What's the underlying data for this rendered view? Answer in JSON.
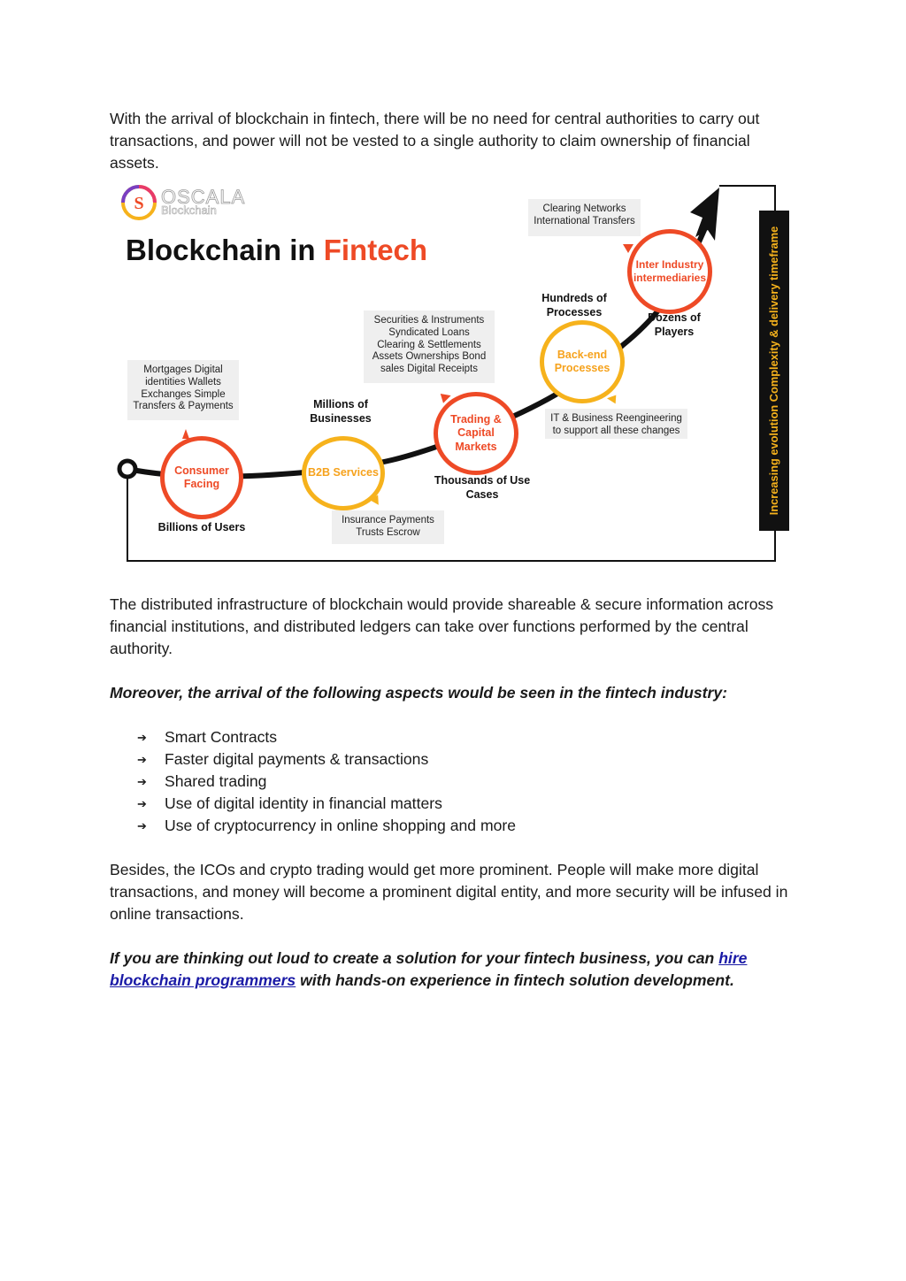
{
  "paragraphs": {
    "p1": "With the arrival of blockchain in fintech, there will be no need for central authorities to carry out transactions, and power will not be vested to a single authority to claim ownership of financial assets.",
    "p2": "The distributed infrastructure of blockchain would provide shareable & secure information across financial institutions, and distributed ledgers can take over functions performed by the central authority.",
    "p3": "Moreover, the arrival of the following aspects would be seen in the fintech industry:",
    "p4": "Besides, the ICOs and crypto trading would get more prominent. People will make more digital transactions, and money will become a prominent digital entity, and more security will be infused in online transactions.",
    "p5_before": "If you are thinking out loud to create a solution for your fintech business, you can ",
    "p5_link": "hire blockchain programmers",
    "p5_after": " with hands-on experience in fintech solution development."
  },
  "bullets": {
    "marker": "➔",
    "items": [
      "Smart Contracts",
      "Faster digital payments & transactions",
      "Shared trading",
      "Use of digital identity in financial matters",
      "Use of cryptocurrency in online shopping and more"
    ]
  },
  "figure": {
    "logo_text": "OSCALA",
    "logo_sub": "Blockchain",
    "title_main": "Blockchain in ",
    "title_accent": "Fintech",
    "side_label": "Increasing evolution Complexity & delivery timeframe",
    "colors": {
      "red": "#ee4a26",
      "yellow": "#f6b21c",
      "dark": "#111111"
    },
    "stages": [
      {
        "label": "Consumer Facing",
        "metric": "Billions of Users",
        "info": "Mortgages Digital identities Wallets Exchanges Simple Transfers & Payments"
      },
      {
        "label": "B2B Services",
        "metric": "Millions of Businesses",
        "info": "Insurance Payments Trusts Escrow"
      },
      {
        "label": "Trading & Capital Markets",
        "metric": "Thousands of Use Cases",
        "info": "Securities & Instruments Syndicated Loans Clearing & Settlements Assets Ownerships Bond sales Digital Receipts"
      },
      {
        "label": "Back-end Processes",
        "metric": "Hundreds of Processes",
        "info": "IT & Business Reengineering to support all these changes"
      },
      {
        "label": "Inter Industry intermediaries",
        "metric": "Dozens of Players",
        "info": "Clearing Networks International Transfers"
      }
    ]
  }
}
